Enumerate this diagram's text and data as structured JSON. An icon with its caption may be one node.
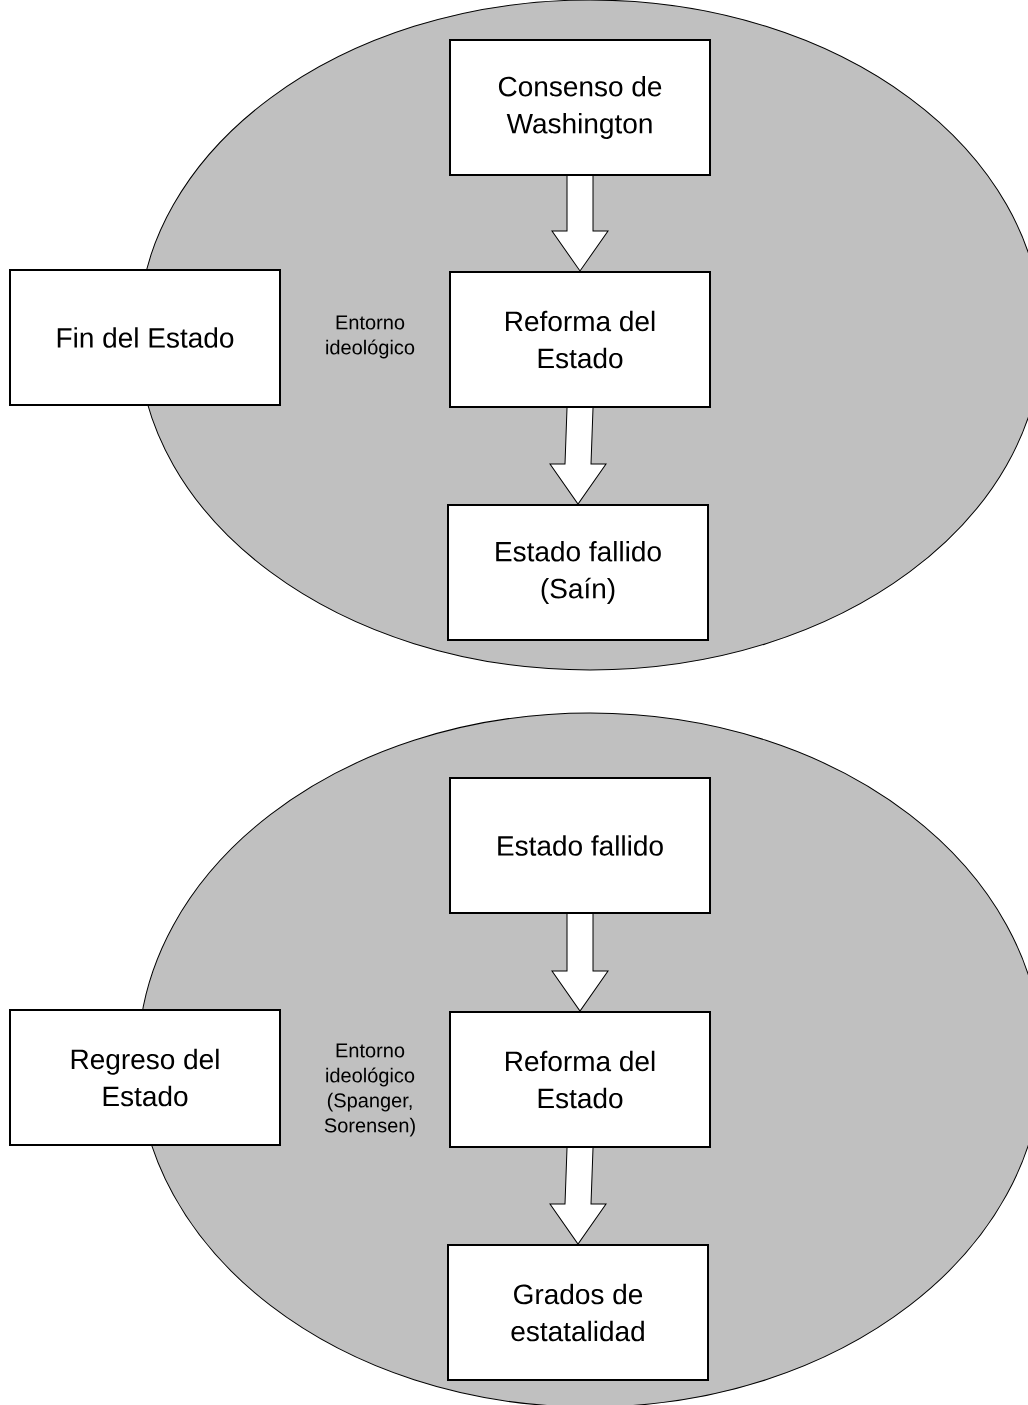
{
  "diagram": {
    "nodes": [
      {
        "text": [
          "Entorno ideológico"
        ]
      },
      {
        "text": [
          "Consenso de Washington"
        ],
        "in": 0
      },
      {
        "text": [
          "Fin del Estado"
        ]
      },
      {
        "text": [
          "Reforma del Estado"
        ],
        "in": 0
      },
      {
        "text": [
          "Estado fallido (Saín)"
        ],
        "in": 0
      },
      {
        "text": [
          "Entorno ideológico (Spanger, Sorensen)"
        ]
      },
      {
        "text": [
          "Estado fallido"
        ],
        "in": 5
      },
      {
        "text": [
          "Regreso del Estado"
        ]
      },
      {
        "text": [
          "Reforma del Estado"
        ],
        "in": 5
      },
      {
        "text": [
          "Grados de estatalidad"
        ],
        "in": 5
      }
    ],
    "edges": [
      {
        "from": 1,
        "to": 3,
        "arrow": "to"
      },
      {
        "from": 3,
        "to": 4,
        "arrow": "to"
      },
      {
        "from": 6,
        "to": 8,
        "arrow": "to"
      },
      {
        "from": 8,
        "to": 9,
        "arrow": "to"
      }
    ]
  }
}
